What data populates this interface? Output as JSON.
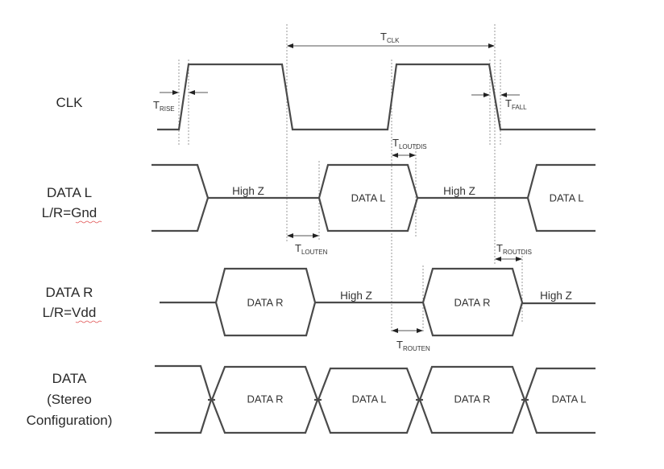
{
  "diagram": {
    "type": "timing-diagram",
    "rows": [
      {
        "id": "clk",
        "label_lines": [
          "CLK"
        ]
      },
      {
        "id": "data_l",
        "label_lines": [
          "DATA L",
          "L/R=Gnd"
        ],
        "underlined_word": "Gnd"
      },
      {
        "id": "data_r",
        "label_lines": [
          "DATA R",
          "L/R=Vdd"
        ],
        "underlined_word": "Vdd"
      },
      {
        "id": "data_stereo",
        "label_lines": [
          "DATA",
          "(Stereo",
          "Configuration)"
        ]
      }
    ],
    "segment_labels": {
      "data_l_segments": [
        "High Z",
        "DATA L",
        "High Z",
        "DATA L"
      ],
      "data_r_segments": [
        "DATA R",
        "High Z",
        "DATA R",
        "High Z"
      ],
      "stereo_segments": [
        "DATA R",
        "DATA L",
        "DATA R",
        "DATA L"
      ]
    },
    "timing_params": [
      {
        "id": "t_clk",
        "main": "T",
        "sub": "CLK"
      },
      {
        "id": "t_rise",
        "main": "T",
        "sub": "RISE"
      },
      {
        "id": "t_fall",
        "main": "T",
        "sub": "FALL"
      },
      {
        "id": "t_loutdis",
        "main": "T",
        "sub": "LOUTDIS"
      },
      {
        "id": "t_louten",
        "main": "T",
        "sub": "LOUTEN"
      },
      {
        "id": "t_routdis",
        "main": "T",
        "sub": "ROUTDIS"
      },
      {
        "id": "t_routen",
        "main": "T",
        "sub": "ROUTEN"
      }
    ],
    "colors": {
      "signal": "#4a4a4a",
      "guide": "#9a9a9a",
      "spellcheck": "#e05050"
    }
  }
}
